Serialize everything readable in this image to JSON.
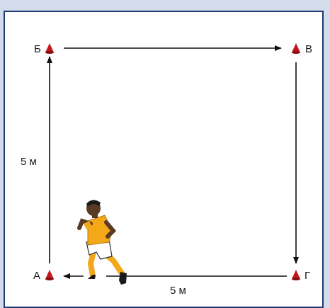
{
  "points": {
    "a": "А",
    "b": "Б",
    "v": "В",
    "g": "Г"
  },
  "distances": {
    "vertical": "5 м",
    "horizontal": "5 м"
  },
  "colors": {
    "frame": "#1f3a73",
    "background": "#d4dcec",
    "cone": "#c3161c",
    "arrow": "#111111",
    "jersey": "#f2a819"
  },
  "icons": {
    "cone": "traffic-cone-icon",
    "runner": "running-soccer-player"
  }
}
